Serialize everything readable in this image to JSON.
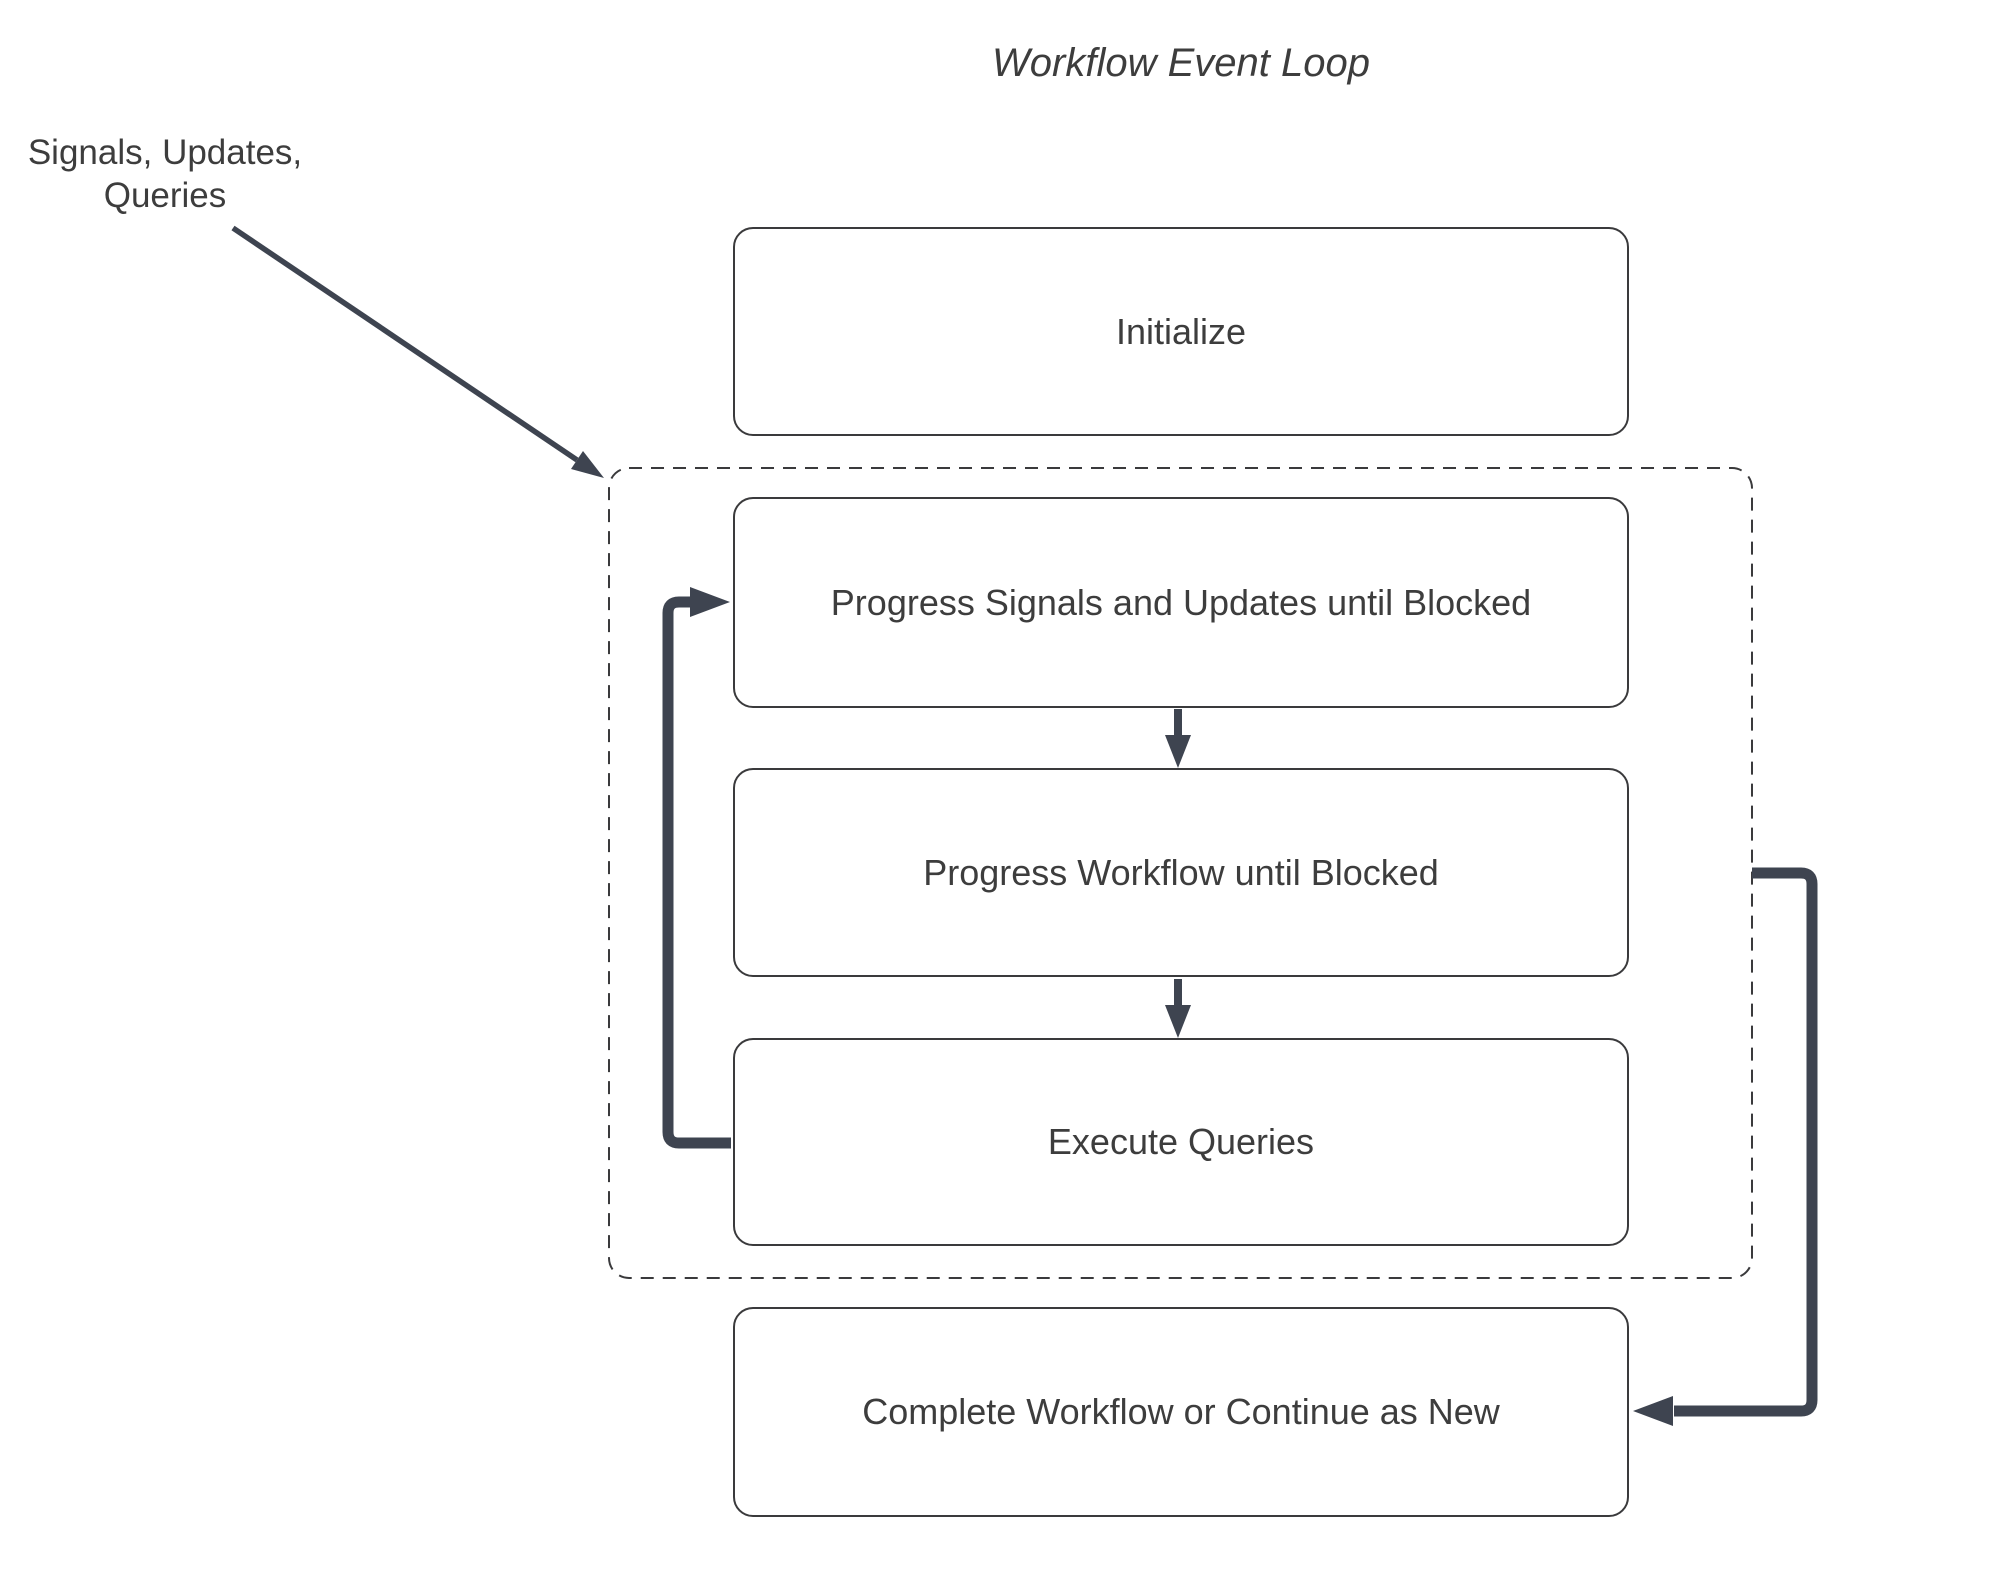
{
  "title": "Workflow Event Loop",
  "annotation": {
    "label": "Signals, Updates,\nQueries",
    "arrow_target": "event-loop-container"
  },
  "nodes": [
    {
      "id": "initialize",
      "label": "Initialize"
    },
    {
      "id": "progress-signals",
      "label": "Progress Signals and Updates until Blocked"
    },
    {
      "id": "progress-workflow",
      "label": "Progress Workflow until Blocked"
    },
    {
      "id": "execute-queries",
      "label": "Execute Queries"
    },
    {
      "id": "complete-workflow",
      "label": "Complete Workflow or Continue as New"
    }
  ],
  "container": {
    "style": "dashed",
    "contains": [
      "progress-signals",
      "progress-workflow",
      "execute-queries"
    ]
  },
  "edges": [
    {
      "from": "initialize",
      "to": "progress-signals",
      "style": "implicit"
    },
    {
      "from": "progress-signals",
      "to": "progress-workflow",
      "style": "arrow-down"
    },
    {
      "from": "progress-workflow",
      "to": "execute-queries",
      "style": "arrow-down"
    },
    {
      "from": "execute-queries",
      "to": "progress-signals",
      "style": "loop-back-left"
    },
    {
      "from": "event-loop-container",
      "to": "complete-workflow",
      "style": "elbow-right"
    },
    {
      "from": "signals-updates-queries-label",
      "to": "event-loop-container",
      "style": "diagonal-arrow"
    }
  ],
  "colors": {
    "bg": "#ffffff",
    "ink": "#3a3a3c",
    "arrow": "#3e4450",
    "text": "#3d3d3d"
  }
}
